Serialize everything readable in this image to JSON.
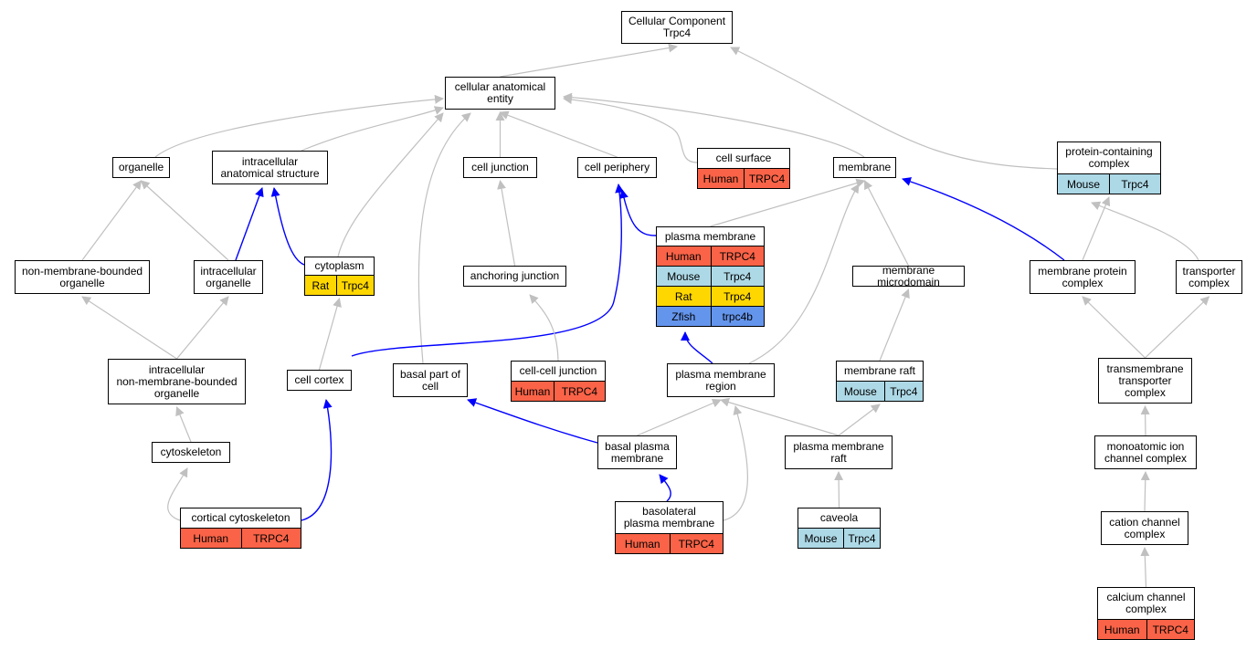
{
  "graph": {
    "colors": {
      "is_a_edge": "#c0c0c0",
      "part_of_edge": "#0000ff",
      "Human": "#fa6347",
      "Mouse": "#add8e6",
      "Rat": "#ffd700",
      "Zfish": "#6495ed"
    },
    "nodes": [
      {
        "id": "root",
        "label": "Cellular Component\nTrpc4",
        "rows": []
      },
      {
        "id": "cae",
        "label": "cellular anatomical\nentity",
        "rows": []
      },
      {
        "id": "organelle",
        "label": "organelle",
        "rows": []
      },
      {
        "id": "ias",
        "label": "intracellular\nanatomical structure",
        "rows": []
      },
      {
        "id": "celljunction",
        "label": "cell junction",
        "rows": []
      },
      {
        "id": "cellperiphery",
        "label": "cell periphery",
        "rows": []
      },
      {
        "id": "cellsurface",
        "label": "cell surface",
        "rows": [
          {
            "species": "Human",
            "gene": "TRPC4"
          }
        ]
      },
      {
        "id": "membrane",
        "label": "membrane",
        "rows": []
      },
      {
        "id": "pcc",
        "label": "protein-containing\ncomplex",
        "rows": [
          {
            "species": "Mouse",
            "gene": "Trpc4"
          }
        ]
      },
      {
        "id": "nmbo",
        "label": "non-membrane-bounded\norganelle",
        "rows": []
      },
      {
        "id": "io",
        "label": "intracellular\norganelle",
        "rows": []
      },
      {
        "id": "cytoplasm",
        "label": "cytoplasm",
        "rows": [
          {
            "species": "Rat",
            "gene": "Trpc4"
          }
        ]
      },
      {
        "id": "anchoring",
        "label": "anchoring junction",
        "rows": []
      },
      {
        "id": "pm",
        "label": "plasma membrane",
        "rows": [
          {
            "species": "Human",
            "gene": "TRPC4"
          },
          {
            "species": "Mouse",
            "gene": "Trpc4"
          },
          {
            "species": "Rat",
            "gene": "Trpc4"
          },
          {
            "species": "Zfish",
            "gene": "trpc4b"
          }
        ]
      },
      {
        "id": "mmd",
        "label": "membrane microdomain",
        "rows": []
      },
      {
        "id": "mpc",
        "label": "membrane protein\ncomplex",
        "rows": []
      },
      {
        "id": "tc",
        "label": "transporter\ncomplex",
        "rows": []
      },
      {
        "id": "inmbo",
        "label": "intracellular\nnon-membrane-bounded\norganelle",
        "rows": []
      },
      {
        "id": "cortex",
        "label": "cell cortex",
        "rows": []
      },
      {
        "id": "basalpart",
        "label": "basal part of\ncell",
        "rows": []
      },
      {
        "id": "ccj",
        "label": "cell-cell junction",
        "rows": [
          {
            "species": "Human",
            "gene": "TRPC4"
          }
        ]
      },
      {
        "id": "pmr",
        "label": "plasma membrane\nregion",
        "rows": []
      },
      {
        "id": "raft",
        "label": "membrane raft",
        "rows": [
          {
            "species": "Mouse",
            "gene": "Trpc4"
          }
        ]
      },
      {
        "id": "ttc",
        "label": "transmembrane\ntransporter\ncomplex",
        "rows": []
      },
      {
        "id": "cytoskeleton",
        "label": "cytoskeleton",
        "rows": []
      },
      {
        "id": "bpm",
        "label": "basal plasma\nmembrane",
        "rows": []
      },
      {
        "id": "pmraft",
        "label": "plasma membrane\nraft",
        "rows": []
      },
      {
        "id": "mic",
        "label": "monoatomic ion\nchannel complex",
        "rows": []
      },
      {
        "id": "cortcyto",
        "label": "cortical cytoskeleton",
        "rows": [
          {
            "species": "Human",
            "gene": "TRPC4"
          }
        ]
      },
      {
        "id": "blpm",
        "label": "basolateral\nplasma membrane",
        "rows": [
          {
            "species": "Human",
            "gene": "TRPC4"
          }
        ]
      },
      {
        "id": "caveola",
        "label": "caveola",
        "rows": [
          {
            "species": "Mouse",
            "gene": "Trpc4"
          }
        ]
      },
      {
        "id": "cation",
        "label": "cation channel\ncomplex",
        "rows": []
      },
      {
        "id": "calcium",
        "label": "calcium channel\ncomplex",
        "rows": [
          {
            "species": "Human",
            "gene": "TRPC4"
          }
        ]
      }
    ],
    "edges": [
      {
        "from": "cae",
        "to": "root",
        "type": "is_a"
      },
      {
        "from": "pcc",
        "to": "root",
        "type": "is_a"
      },
      {
        "from": "organelle",
        "to": "cae",
        "type": "is_a"
      },
      {
        "from": "ias",
        "to": "cae",
        "type": "is_a"
      },
      {
        "from": "cytoplasm",
        "to": "cae",
        "type": "is_a"
      },
      {
        "from": "basalpart",
        "to": "cae",
        "type": "is_a"
      },
      {
        "from": "celljunction",
        "to": "cae",
        "type": "is_a"
      },
      {
        "from": "cellperiphery",
        "to": "cae",
        "type": "is_a"
      },
      {
        "from": "cellsurface",
        "to": "cae",
        "type": "is_a"
      },
      {
        "from": "membrane",
        "to": "cae",
        "type": "is_a"
      },
      {
        "from": "nmbo",
        "to": "organelle",
        "type": "is_a"
      },
      {
        "from": "io",
        "to": "organelle",
        "type": "is_a"
      },
      {
        "from": "io",
        "to": "ias",
        "type": "part_of"
      },
      {
        "from": "cytoplasm",
        "to": "ias",
        "type": "part_of"
      },
      {
        "from": "anchoring",
        "to": "celljunction",
        "type": "is_a"
      },
      {
        "from": "pm",
        "to": "cellperiphery",
        "type": "part_of"
      },
      {
        "from": "cortex",
        "to": "cellperiphery",
        "type": "part_of"
      },
      {
        "from": "pm",
        "to": "membrane",
        "type": "is_a"
      },
      {
        "from": "mmd",
        "to": "membrane",
        "type": "is_a"
      },
      {
        "from": "pmr",
        "to": "membrane",
        "type": "is_a"
      },
      {
        "from": "mpc",
        "to": "membrane",
        "type": "part_of"
      },
      {
        "from": "mpc",
        "to": "pcc",
        "type": "is_a"
      },
      {
        "from": "tc",
        "to": "pcc",
        "type": "is_a"
      },
      {
        "from": "inmbo",
        "to": "nmbo",
        "type": "is_a"
      },
      {
        "from": "inmbo",
        "to": "io",
        "type": "is_a"
      },
      {
        "from": "cortex",
        "to": "cytoplasm",
        "type": "is_a"
      },
      {
        "from": "ccj",
        "to": "anchoring",
        "type": "is_a"
      },
      {
        "from": "pmr",
        "to": "pm",
        "type": "part_of"
      },
      {
        "from": "raft",
        "to": "mmd",
        "type": "is_a"
      },
      {
        "from": "ttc",
        "to": "mpc",
        "type": "is_a"
      },
      {
        "from": "ttc",
        "to": "tc",
        "type": "is_a"
      },
      {
        "from": "cytoskeleton",
        "to": "inmbo",
        "type": "is_a"
      },
      {
        "from": "cortcyto",
        "to": "cytoskeleton",
        "type": "is_a"
      },
      {
        "from": "cortcyto",
        "to": "cortex",
        "type": "part_of"
      },
      {
        "from": "bpm",
        "to": "basalpart",
        "type": "part_of"
      },
      {
        "from": "bpm",
        "to": "pmr",
        "type": "is_a"
      },
      {
        "from": "blpm",
        "to": "pmr",
        "type": "is_a"
      },
      {
        "from": "blpm",
        "to": "bpm",
        "type": "part_of"
      },
      {
        "from": "pmraft",
        "to": "pmr",
        "type": "is_a"
      },
      {
        "from": "pmraft",
        "to": "raft",
        "type": "is_a"
      },
      {
        "from": "caveola",
        "to": "pmraft",
        "type": "is_a"
      },
      {
        "from": "mic",
        "to": "ttc",
        "type": "is_a"
      },
      {
        "from": "cation",
        "to": "mic",
        "type": "is_a"
      },
      {
        "from": "calcium",
        "to": "cation",
        "type": "is_a"
      }
    ]
  }
}
